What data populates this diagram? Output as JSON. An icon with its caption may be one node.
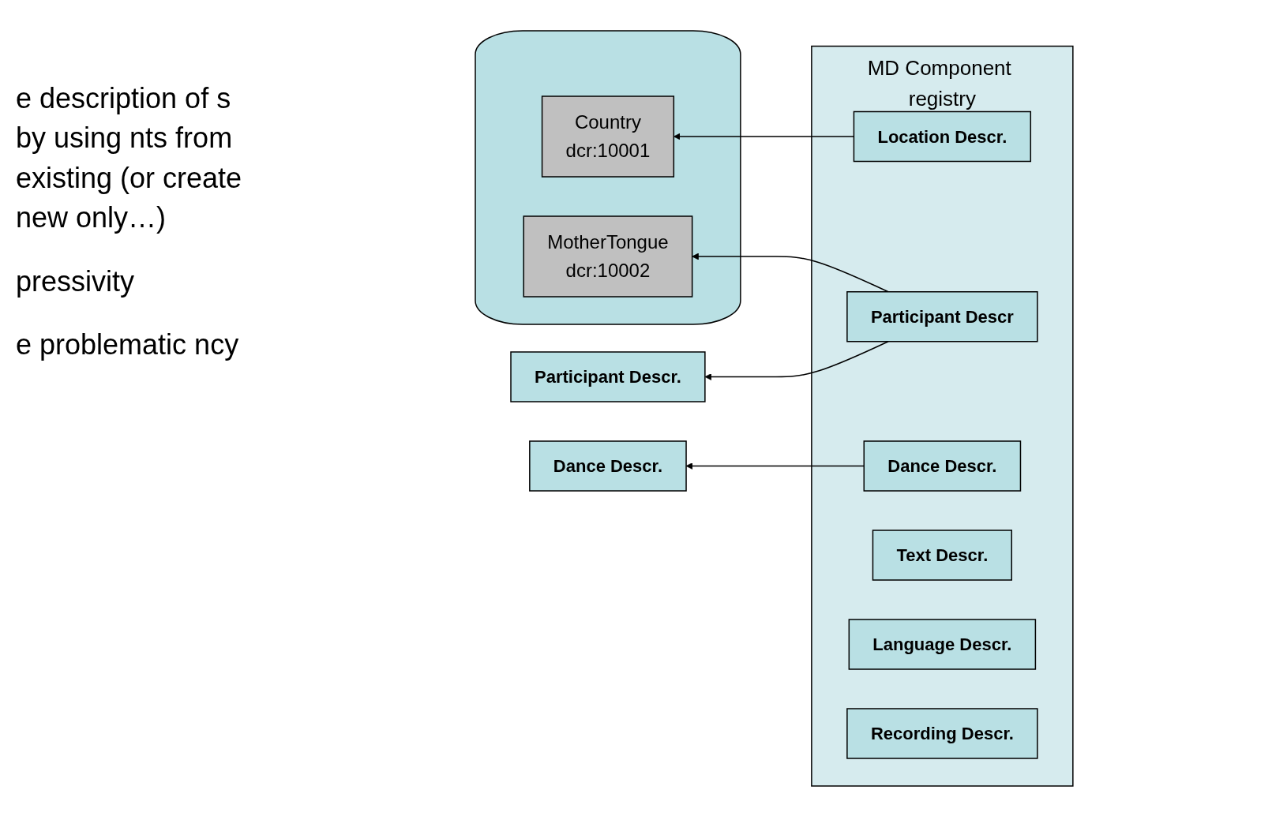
{
  "diagram": {
    "nodes": [
      {
        "text": [
          "MD Component registry"
        ]
      },
      {
        "text": [
          "Location Descr."
        ],
        "in": 0
      },
      {
        "text": [
          "Dance Descr."
        ],
        "in": 0
      },
      {
        "text": [
          "Participant Descr"
        ],
        "in": 0
      },
      {
        "text": [
          "Text Descr."
        ],
        "in": 0
      },
      {
        "text": [
          "Language Descr."
        ],
        "in": 0
      },
      {
        "text": [
          "Recording Descr."
        ],
        "in": 0
      },
      {
        "text": [
          "Dance Descr."
        ]
      },
      {
        "text": [
          "Participant Descr."
        ]
      },
      {
        "text": [],
        "shape": "cylinder"
      },
      {
        "text": [
          "Country",
          "dcr:10001"
        ],
        "in": 9
      },
      {
        "text": [
          "MotherTongue",
          "dcr:10002"
        ],
        "in": 9
      }
    ],
    "edges": [
      {
        "from": 2,
        "to": 7,
        "arrow": "to"
      },
      {
        "from": 3,
        "to": 8,
        "arrow": "to"
      },
      {
        "from": 1,
        "to": 10,
        "arrow": "to"
      },
      {
        "from": 3,
        "to": 11,
        "arrow": "to"
      }
    ],
    "labels": [
      "e description of s by using nts from existing (or create new only…)",
      "pressivity",
      "e problematic ncy"
    ]
  }
}
